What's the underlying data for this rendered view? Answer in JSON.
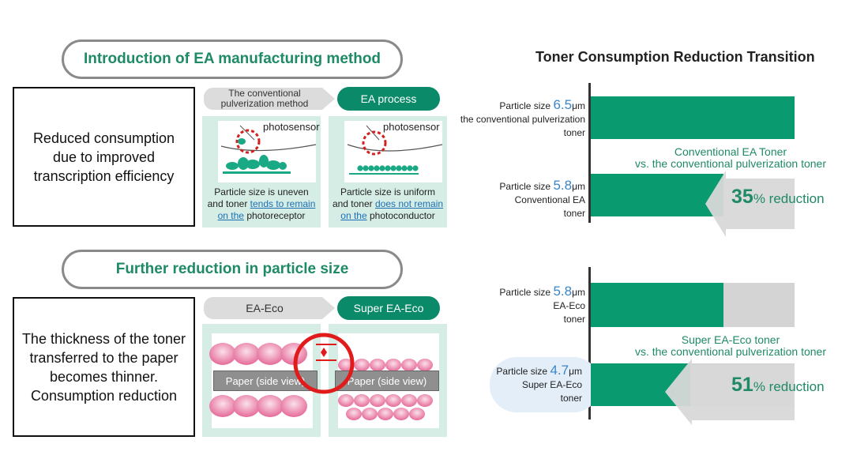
{
  "left_top": {
    "title": "Introduction of EA manufacturing method",
    "box_text": "Reduced consumption due to improved transcription efficiency",
    "step_from": "The conventional pulverization method",
    "step_to": "EA process",
    "panel1": {
      "sensor_label": "photosensor",
      "caption_a": "Particle size is uneven and toner ",
      "caption_link": "tends to remain on the",
      "caption_b": " photoreceptor"
    },
    "panel2": {
      "sensor_label": "photosensor",
      "caption_a": "Particle size is uniform and toner ",
      "caption_link": "does not remain on the",
      "caption_b": " photoconductor"
    }
  },
  "left_bottom": {
    "title": "Further reduction in particle size",
    "box_text": "The thickness of the toner transferred to the paper becomes thinner. Consumption reduction",
    "step_from": "EA-Eco",
    "step_to": "Super EA-Eco",
    "paper_label": "Paper (side view)"
  },
  "right": {
    "title": "Toner Consumption Reduction Transition",
    "label_prefix": "Particle size ",
    "unit": "μm",
    "rows": [
      {
        "size": "6.5",
        "name_l1": "the conventional pulverization",
        "name_l2": "toner",
        "relative_consumption": 1.0
      },
      {
        "size": "5.8",
        "name_l1": "Conventional EA",
        "name_l2": "toner",
        "relative_consumption": 0.65
      },
      {
        "size": "5.8",
        "name_l1": "EA-Eco",
        "name_l2": "toner",
        "relative_consumption": 0.65
      },
      {
        "size": "4.7",
        "name_l1": "Super EA-Eco",
        "name_l2": "toner",
        "relative_consumption": 0.49
      }
    ],
    "cmp1": {
      "line1": "Conventional EA Toner",
      "line2": "vs. the conventional pulverization toner",
      "pct": "35",
      "suffix": "% reduction"
    },
    "cmp2": {
      "line1": "Super EA-Eco toner",
      "line2": "vs. the conventional pulverization toner",
      "pct": "51",
      "suffix": "% reduction"
    }
  },
  "colors": {
    "green": "#0a9a70",
    "grey": "#d4d4d4",
    "accent_text": "#1f8a66",
    "size_blue": "#3a86c8"
  }
}
